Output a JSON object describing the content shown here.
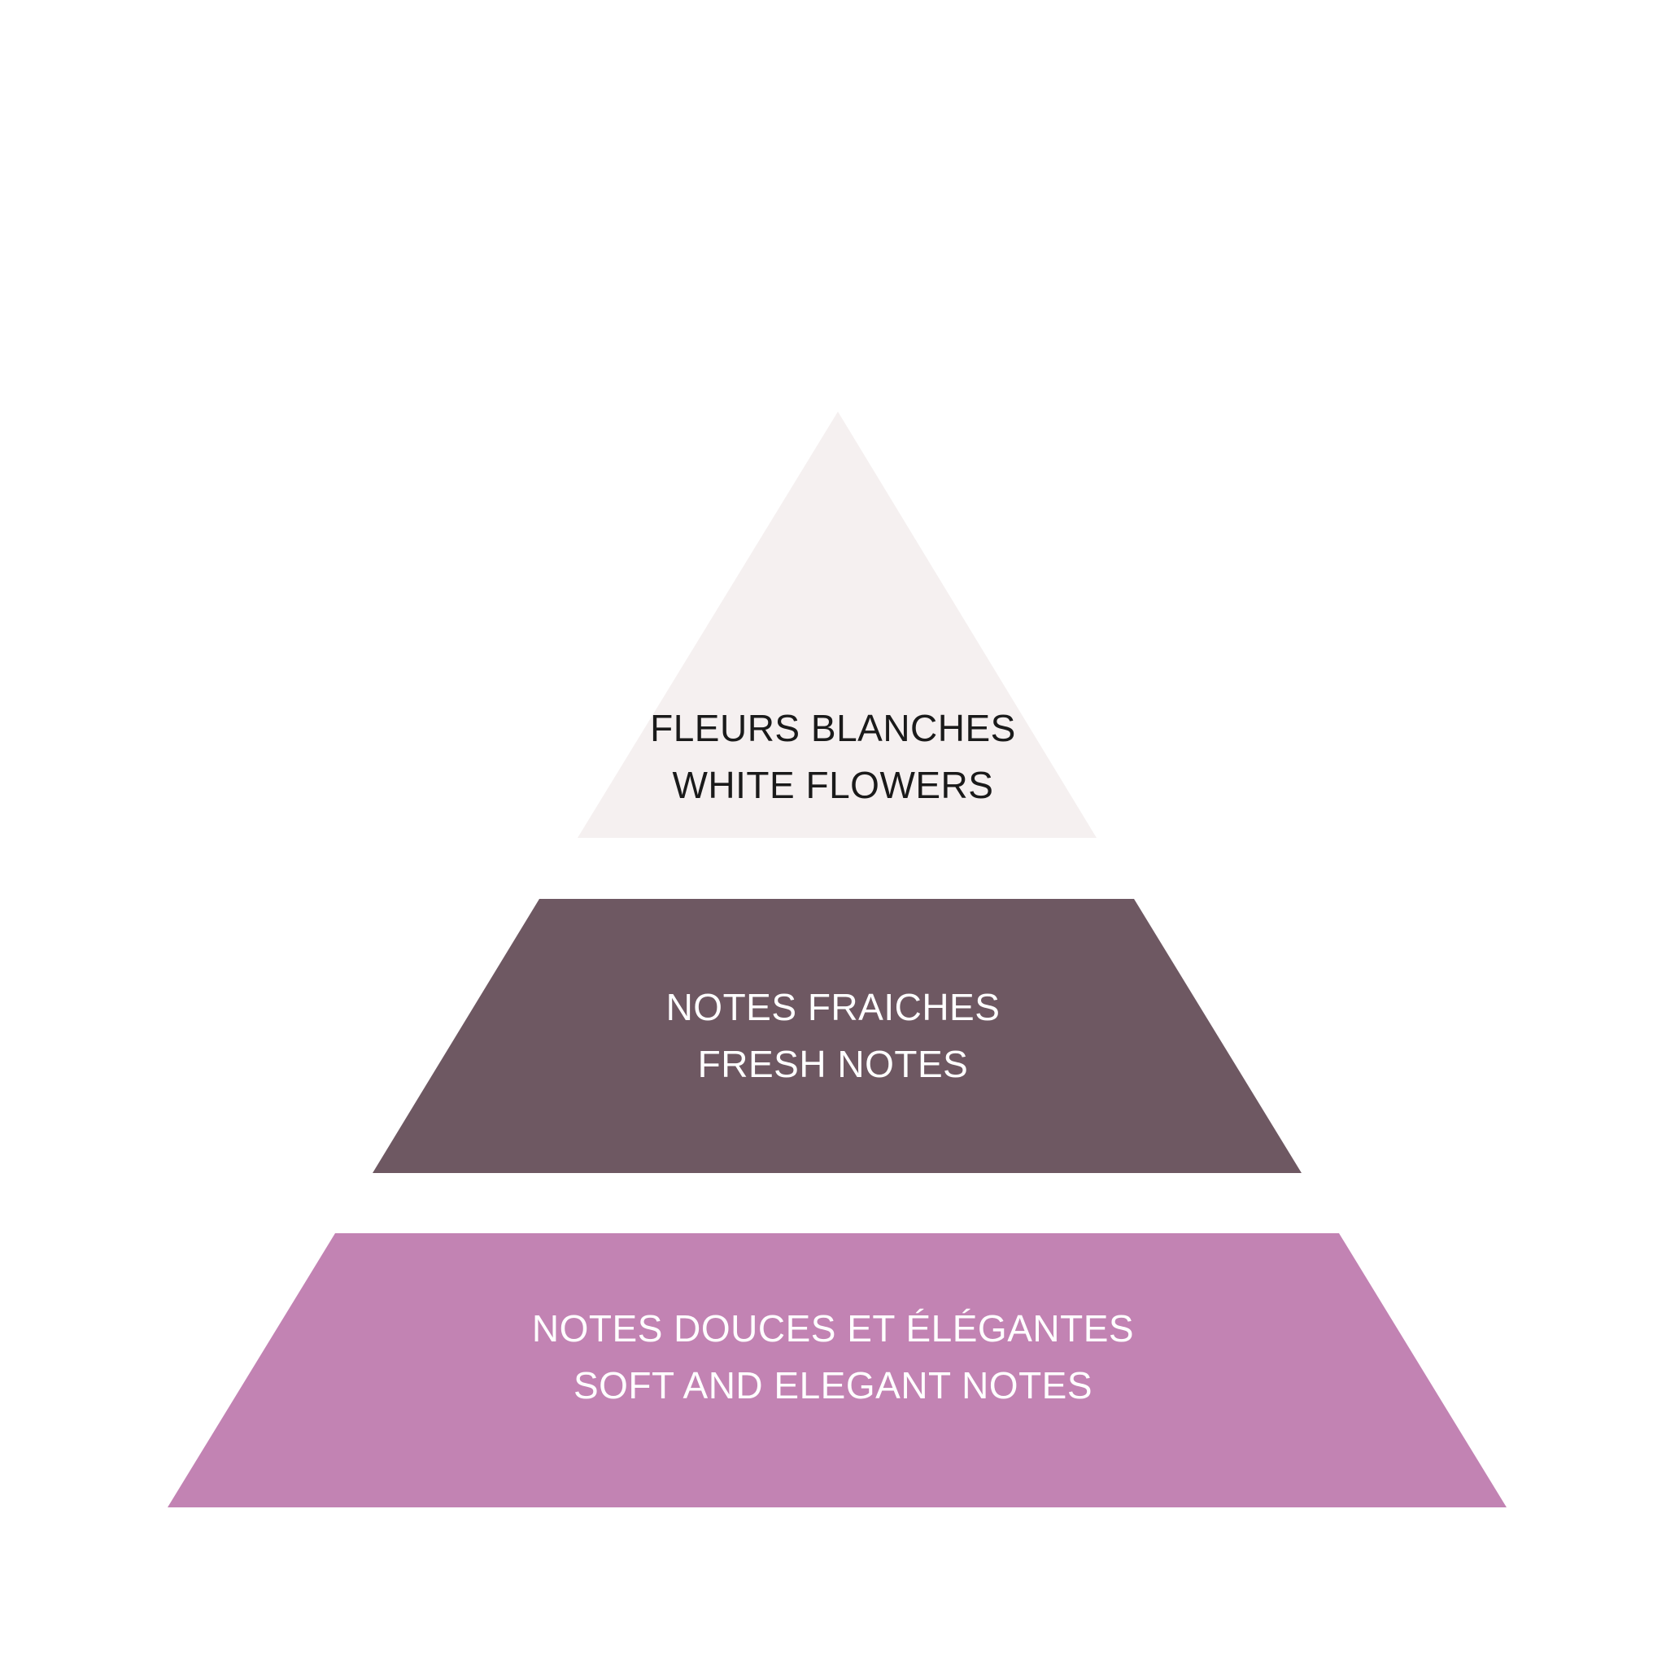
{
  "pyramid": {
    "tiers": [
      {
        "id": "top",
        "line1": "FLEURS BLANCHES",
        "line2": "WHITE FLOWERS",
        "fill": "#f5f0f0",
        "text_color": "#1a1a1a"
      },
      {
        "id": "middle",
        "line1": "NOTES FRAICHES",
        "line2": "FRESH NOTES",
        "fill": "#6e5862",
        "text_color": "#ffffff"
      },
      {
        "id": "bottom",
        "line1": "NOTES DOUCES ET ÉLÉGANTES",
        "line2": "SOFT AND ELEGANT NOTES",
        "fill": "#c283b3",
        "text_color": "#ffffff"
      }
    ]
  }
}
